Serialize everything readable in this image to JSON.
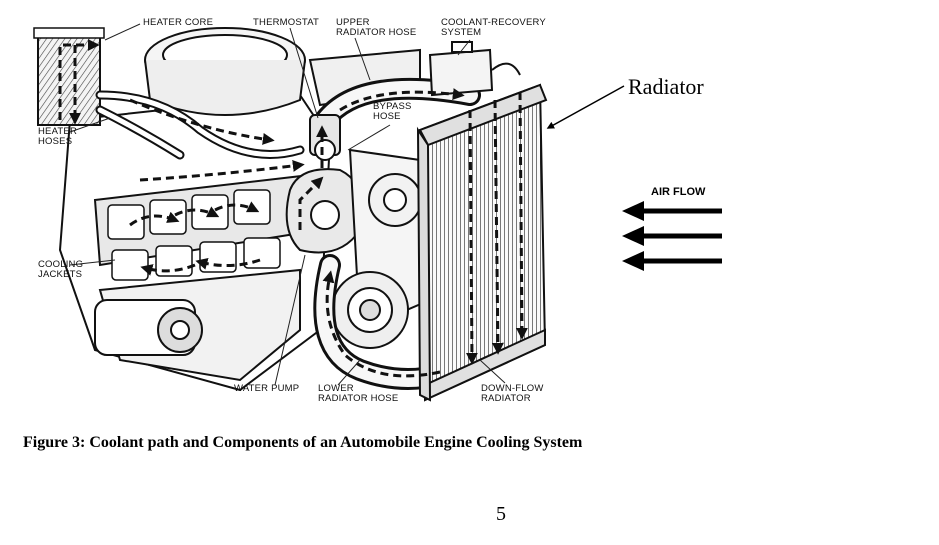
{
  "figure": {
    "labels": {
      "heater_core": "HEATER CORE",
      "thermostat": "THERMOSTAT",
      "upper_hose_1": "UPPER",
      "upper_hose_2": "RADIATOR HOSE",
      "coolant_recovery_1": "COOLANT-RECOVERY",
      "coolant_recovery_2": "SYSTEM",
      "bypass_1": "BYPASS",
      "bypass_2": "HOSE",
      "heater_hoses_1": "HEATER",
      "heater_hoses_2": "HOSES",
      "cooling_jackets_1": "COOLING",
      "cooling_jackets_2": "JACKETS",
      "water_pump": "WATER PUMP",
      "lower_hose_1": "LOWER",
      "lower_hose_2": "RADIATOR HOSE",
      "downflow_1": "DOWN-FLOW",
      "downflow_2": "RADIATOR"
    },
    "radiator_callout": "Radiator",
    "air_flow": "AIR FLOW"
  },
  "caption": "Figure 3: Coolant path and Components of an Automobile Engine Cooling System",
  "page_number": "5"
}
